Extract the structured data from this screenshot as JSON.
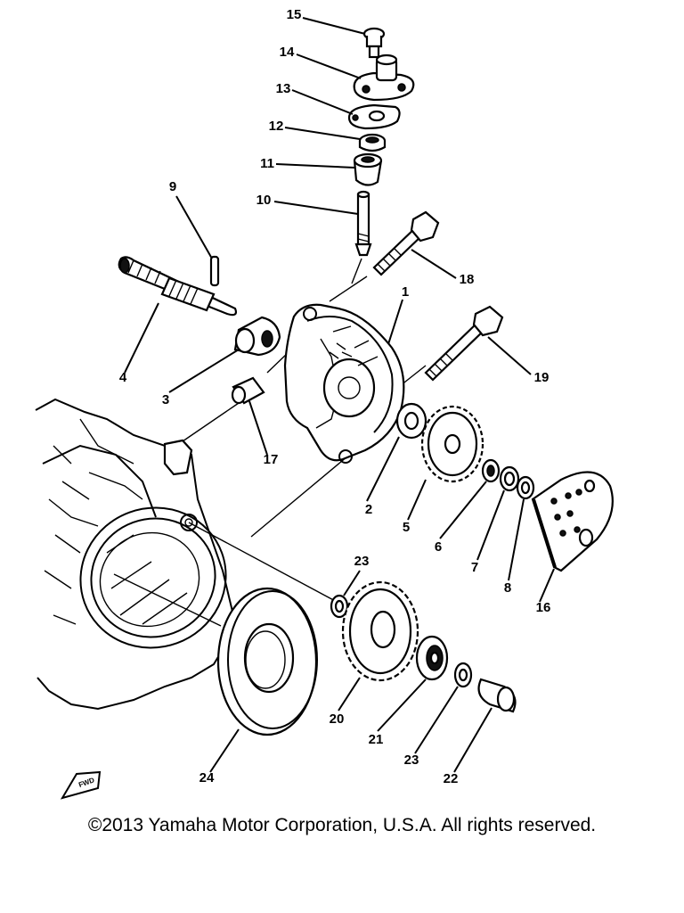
{
  "diagram": {
    "callouts": [
      {
        "id": "15",
        "label": "15"
      },
      {
        "id": "14",
        "label": "14"
      },
      {
        "id": "13",
        "label": "13"
      },
      {
        "id": "12",
        "label": "12"
      },
      {
        "id": "11",
        "label": "11"
      },
      {
        "id": "10",
        "label": "10"
      },
      {
        "id": "9",
        "label": "9"
      },
      {
        "id": "18",
        "label": "18"
      },
      {
        "id": "1",
        "label": "1"
      },
      {
        "id": "19",
        "label": "19"
      },
      {
        "id": "4",
        "label": "4"
      },
      {
        "id": "3",
        "label": "3"
      },
      {
        "id": "17",
        "label": "17"
      },
      {
        "id": "2",
        "label": "2"
      },
      {
        "id": "5",
        "label": "5"
      },
      {
        "id": "6",
        "label": "6"
      },
      {
        "id": "7",
        "label": "7"
      },
      {
        "id": "8",
        "label": "8"
      },
      {
        "id": "16",
        "label": "16"
      },
      {
        "id": "23a",
        "label": "23"
      },
      {
        "id": "20",
        "label": "20"
      },
      {
        "id": "21",
        "label": "21"
      },
      {
        "id": "23b",
        "label": "23"
      },
      {
        "id": "22",
        "label": "22"
      },
      {
        "id": "24",
        "label": "24"
      }
    ],
    "fwd_mark": "FWD"
  },
  "footer": {
    "copyright": "©2013 Yamaha Motor Corporation, U.S.A. All rights reserved."
  }
}
